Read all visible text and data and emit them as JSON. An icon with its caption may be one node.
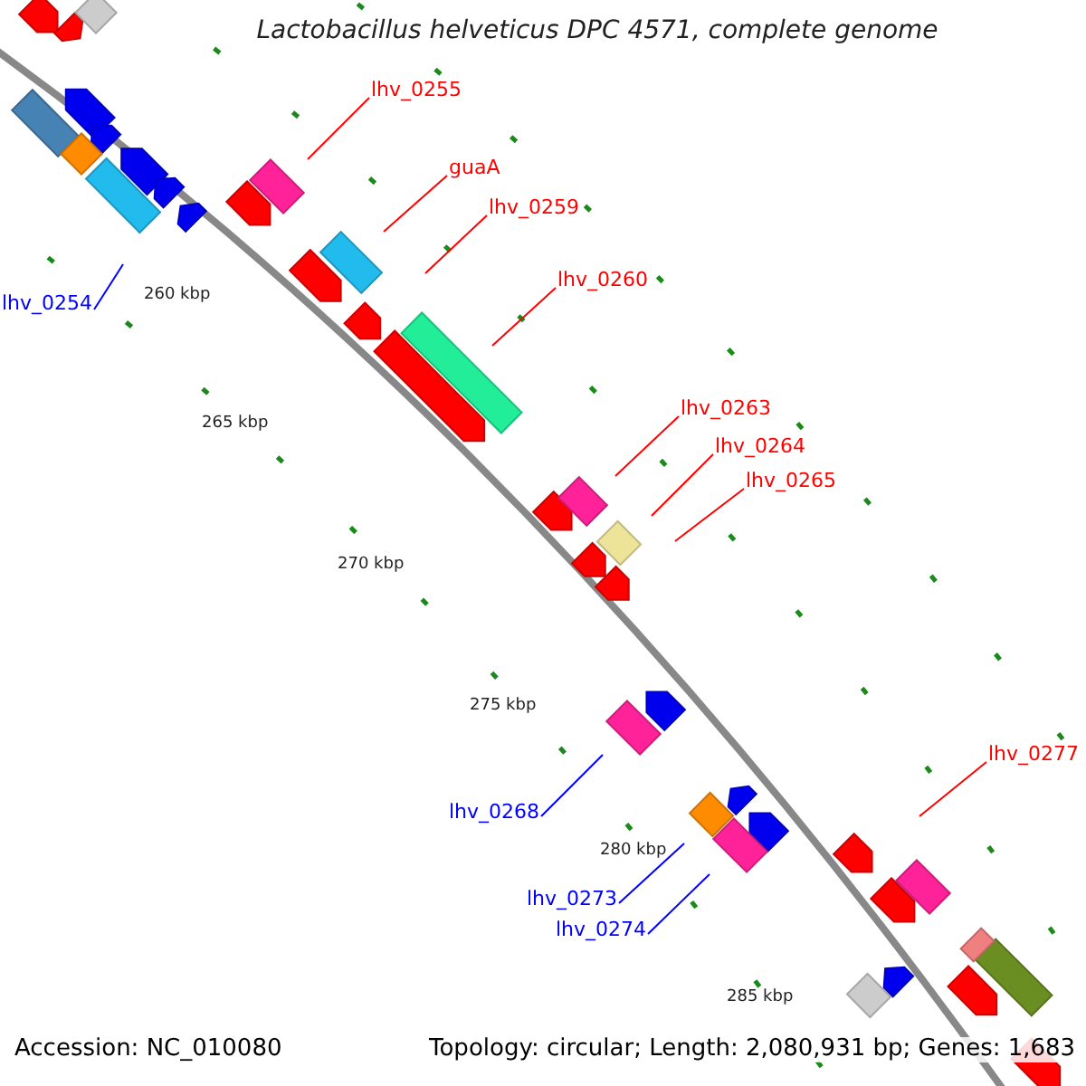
{
  "diagram": {
    "title": "Lactobacillus helveticus DPC 4571, complete genome",
    "nodes": [
      {
        "text": [
          "lhv_0255"
        ]
      },
      {
        "text": [
          "guaA"
        ]
      },
      {
        "text": [
          "lhv_0259"
        ]
      },
      {
        "text": [
          "lhv_0260"
        ]
      },
      {
        "text": [
          "lhv_0254"
        ]
      },
      {
        "text": [
          "lhv_0263"
        ]
      },
      {
        "text": [
          "lhv_0264"
        ]
      },
      {
        "text": [
          "lhv_0265"
        ]
      },
      {
        "text": [
          "lhv_0277"
        ]
      },
      {
        "text": [
          "lhv_0268"
        ]
      },
      {
        "text": [
          "lhv_0273"
        ]
      },
      {
        "text": [
          "lhv_0274"
        ]
      }
    ],
    "edges": [
      {
        "from": 0,
        "to": null,
        "arrow": "none"
      },
      {
        "from": 1,
        "to": null,
        "arrow": "none"
      },
      {
        "from": 2,
        "to": null,
        "arrow": "none"
      },
      {
        "from": 3,
        "to": null,
        "arrow": "none"
      },
      {
        "from": 4,
        "to": null,
        "arrow": "none",
        "color": "#0000ff"
      },
      {
        "from": 5,
        "to": null,
        "arrow": "none"
      },
      {
        "from": 6,
        "to": null,
        "arrow": "none"
      },
      {
        "from": 7,
        "to": null,
        "arrow": "none"
      },
      {
        "from": 8,
        "to": null,
        "arrow": "none"
      },
      {
        "from": 9,
        "to": null,
        "arrow": "none",
        "color": "#0000ff"
      },
      {
        "from": 10,
        "to": null,
        "arrow": "none",
        "color": "#0000ff"
      },
      {
        "from": 11,
        "to": null,
        "arrow": "none",
        "color": "#0000ff"
      }
    ],
    "labels": [
      "260 kbp",
      "265 kbp",
      "270 kbp",
      "275 kbp",
      "280 kbp",
      "285 kbp",
      "Accession: NC_010080",
      "Topology: circular; Length: 2,080,931 bp; Genes: 1,683"
    ]
  }
}
